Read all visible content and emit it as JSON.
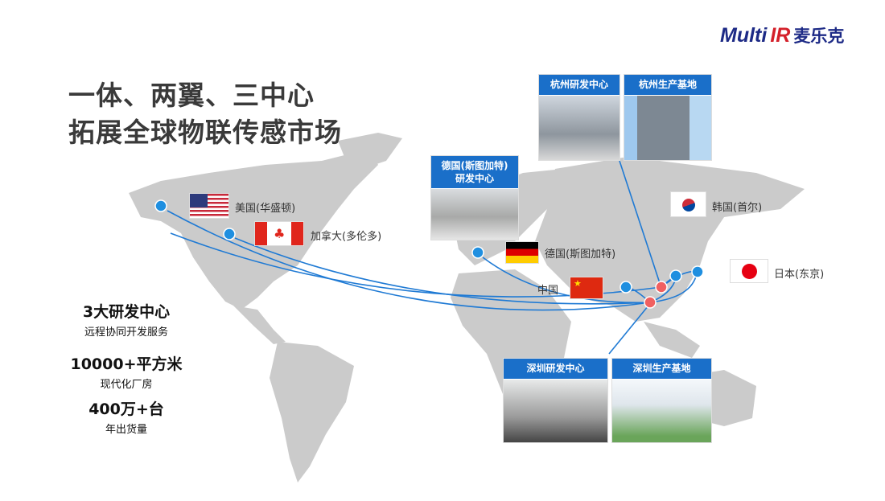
{
  "logo": {
    "brand": "Multi",
    "ir": "IR",
    "cn": "麦乐克"
  },
  "title": {
    "line1": "一体、两翼、三中心",
    "line2": "拓展全球物联传感市场"
  },
  "stats": [
    {
      "big": "3大研发中心",
      "small": "远程协同开发服务"
    },
    {
      "big": "10000+平方米",
      "small": "现代化厂房"
    },
    {
      "big": "400万+台",
      "small": "年出货量"
    }
  ],
  "cards": {
    "hz_rd": "杭州研发中心",
    "hz_prod": "杭州生产基地",
    "de_rd_1": "德国(斯图加特)",
    "de_rd_2": "研发中心",
    "sz_rd": "深圳研发中心",
    "sz_prod": "深圳生产基地"
  },
  "locations": {
    "us": "美国(华盛顿)",
    "ca": "加拿大(多伦多)",
    "de": "德国(斯图加特)",
    "cn": "中国",
    "kr": "韩国(首尔)",
    "jp": "日本(东京)"
  },
  "colors": {
    "accent": "#1a6fc9",
    "dot_blue": "#1f8fe0",
    "dot_red": "#f06060",
    "map": "#c9c9c9"
  }
}
